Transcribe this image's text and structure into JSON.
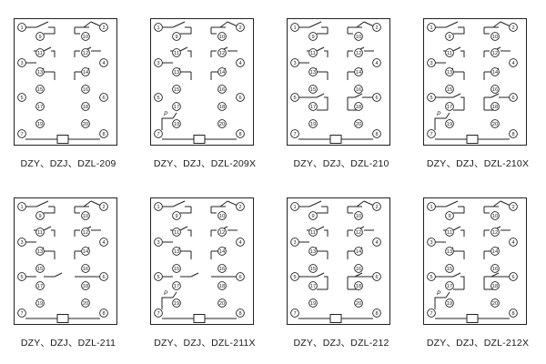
{
  "diagrams": [
    {
      "caption": "DZY、DZJ、DZL-209",
      "variant": "209"
    },
    {
      "caption": "DZY、DZJ、DZL-209X",
      "variant": "209X"
    },
    {
      "caption": "DZY、DZJ、DZL-210",
      "variant": "210"
    },
    {
      "caption": "DZY、DZJ、DZL-210X",
      "variant": "210X"
    },
    {
      "caption": "DZY、DZJ、DZL-211",
      "variant": "211"
    },
    {
      "caption": "DZY、DZJ、DZL-211X",
      "variant": "211X"
    },
    {
      "caption": "DZY、DZJ、DZL-212",
      "variant": "212"
    },
    {
      "caption": "DZY、DZJ、DZL-212X",
      "variant": "212X"
    }
  ],
  "terminal_labels": [
    "1",
    "2",
    "3",
    "4",
    "5",
    "6",
    "7",
    "8",
    "9",
    "10",
    "11",
    "12",
    "13",
    "14",
    "15",
    "16",
    "17",
    "18",
    "19",
    "20"
  ],
  "polarity_label": "P",
  "colors": {
    "line": "#222222",
    "text": "#1a1a1a",
    "background": "#ffffff"
  }
}
